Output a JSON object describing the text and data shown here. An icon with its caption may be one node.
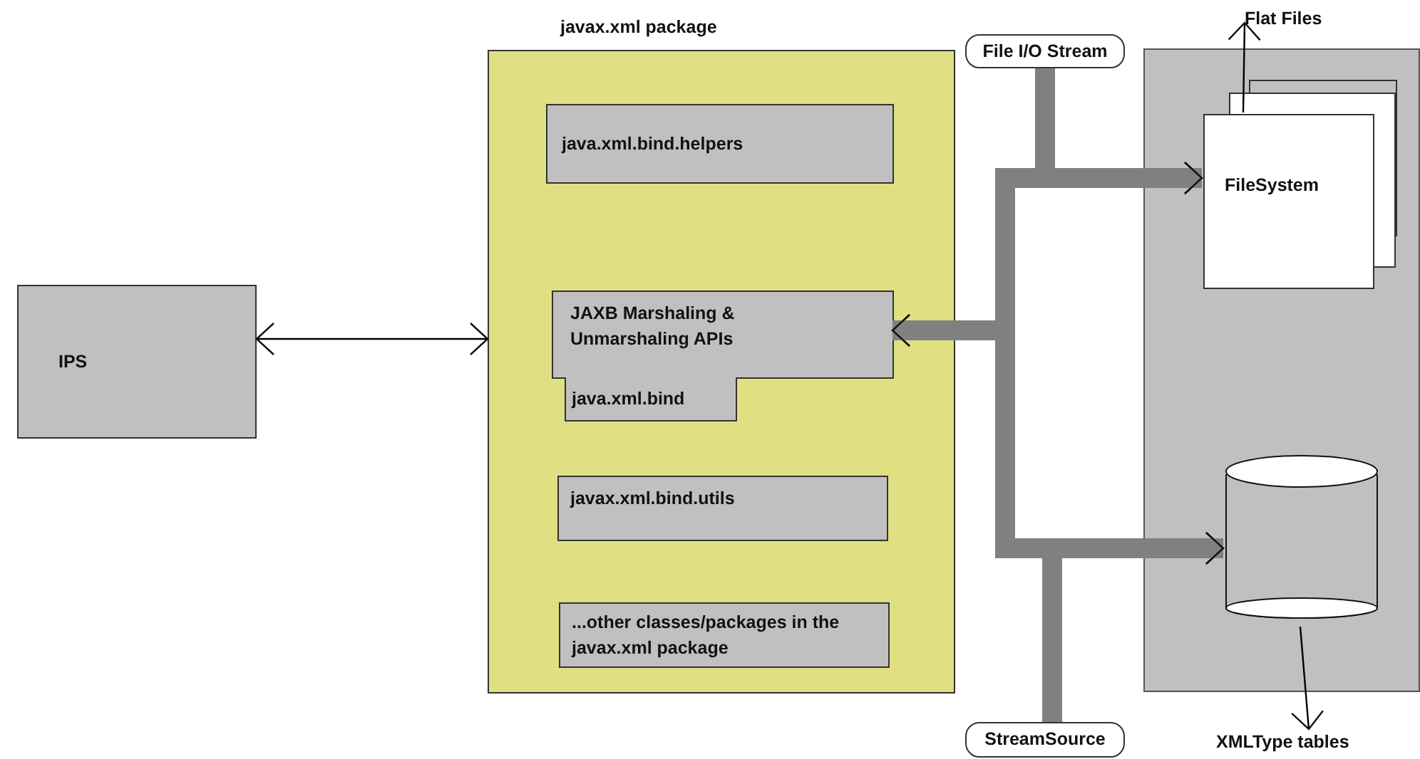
{
  "diagram": {
    "nodes": [
      {
        "text": [
          "IPS"
        ]
      },
      {
        "text": [
          "javax.xml package"
        ]
      },
      {
        "text": [
          "java.xml.bind.helpers"
        ],
        "in": 1
      },
      {
        "text": [
          "JAXB Marshaling & Unmarshaling APIs"
        ],
        "in": 1
      },
      {
        "text": [
          "java.xml.bind"
        ],
        "in": 1
      },
      {
        "text": [
          "javax.xml.bind.utils"
        ],
        "in": 1
      },
      {
        "text": [
          "...other classes/packages in the javax.xml package"
        ],
        "in": 1
      },
      {
        "text": [
          "File I/O Stream"
        ]
      },
      {
        "text": [
          "StreamSource"
        ]
      },
      {
        "text": [],
        "shape": "box"
      },
      {
        "text": [
          "FileSystem"
        ],
        "in": 9
      },
      {
        "text": [
          "Flat Files"
        ]
      },
      {
        "text": [],
        "shape": "cylinder",
        "in": 9
      },
      {
        "text": [
          "XMLType tables"
        ]
      }
    ],
    "edges": [
      {
        "from": 0,
        "to": 1,
        "arrow": "both",
        "color": "#000000"
      },
      {
        "from": 7,
        "to": 10,
        "arrow": "to"
      },
      {
        "from": 7,
        "to": 12,
        "arrow": "to"
      },
      {
        "from": 7,
        "to": 3,
        "arrow": "to"
      },
      {
        "from": 8,
        "to": 10,
        "arrow": "to"
      },
      {
        "from": 8,
        "to": 12,
        "arrow": "to"
      },
      {
        "from": 8,
        "to": 3,
        "arrow": "to"
      },
      {
        "from": 10,
        "to": 11,
        "arrow": "to",
        "color": "#000000"
      },
      {
        "from": 12,
        "to": 13,
        "arrow": "to",
        "color": "#000000"
      }
    ]
  }
}
